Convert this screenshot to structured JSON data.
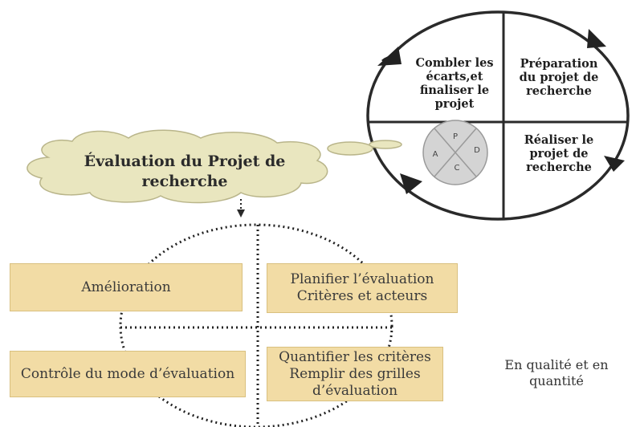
{
  "cycle": {
    "quadrants": {
      "top_left": "Combler les\nécarts,et\nfinaliser le\nprojet",
      "top_right": "Préparation\ndu projet de\nrecherche",
      "bottom_right": "Réaliser le\nprojet de\nrecherche"
    },
    "pdca": {
      "p": "P",
      "d": "D",
      "c": "C",
      "a": "A"
    }
  },
  "cloud": {
    "text": "Évaluation du  Projet de\nrecherche"
  },
  "boxes": {
    "amelioration": "Amélioration",
    "planifier": "Planifier l’évaluation\nCritères et acteurs",
    "controle": "Contrôle du mode d’évaluation",
    "quantifier": "Quantifier les critères\nRemplir des grilles\nd’évaluation"
  },
  "note": "En qualité et en\nquantité",
  "colors": {
    "box_fill": "#f2dca5",
    "cloud_fill": "#e9e6bf",
    "outline": "#222222"
  }
}
